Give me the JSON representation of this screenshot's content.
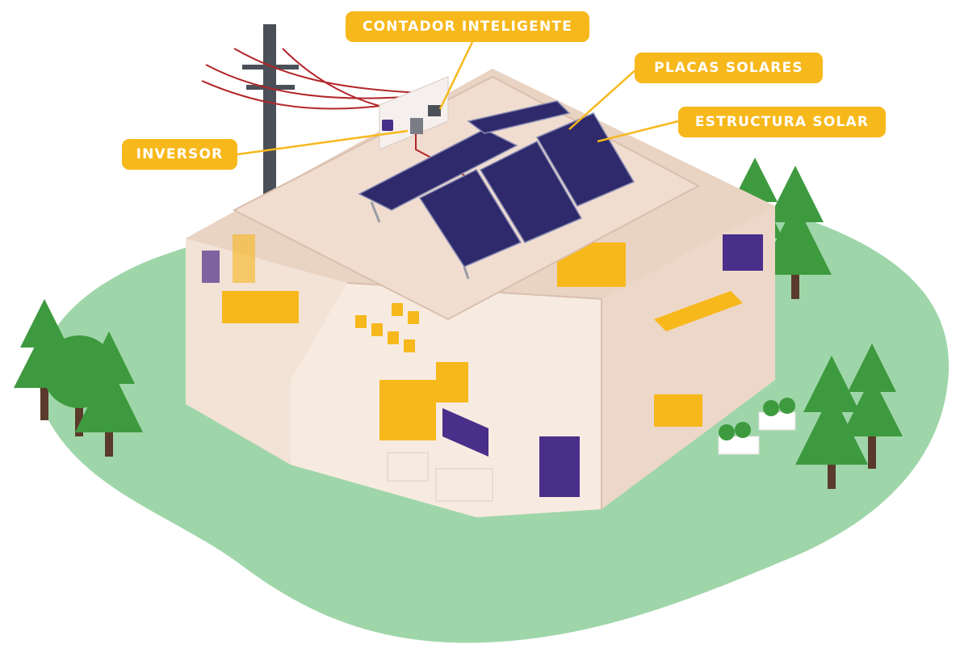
{
  "labels": {
    "contador": "CONTADOR INTELIGENTE",
    "placas": "PLACAS SOLARES",
    "estructura": "ESTRUCTURA SOLAR",
    "inversor": "INVERSOR"
  },
  "colors": {
    "accent_yellow": "#f7b81c",
    "brand_purple": "#4a2f8a",
    "solar_panel": "#2e2a6b",
    "lawn_green": "#9fd6a9",
    "tree_green": "#3e9a3f",
    "wall_cream": "#f3e2d6",
    "wire_red": "#b3262a"
  },
  "icons": [
    "utility-pole-icon",
    "tree-icon",
    "solar-panel-icon",
    "smart-meter-icon",
    "inverter-icon"
  ]
}
